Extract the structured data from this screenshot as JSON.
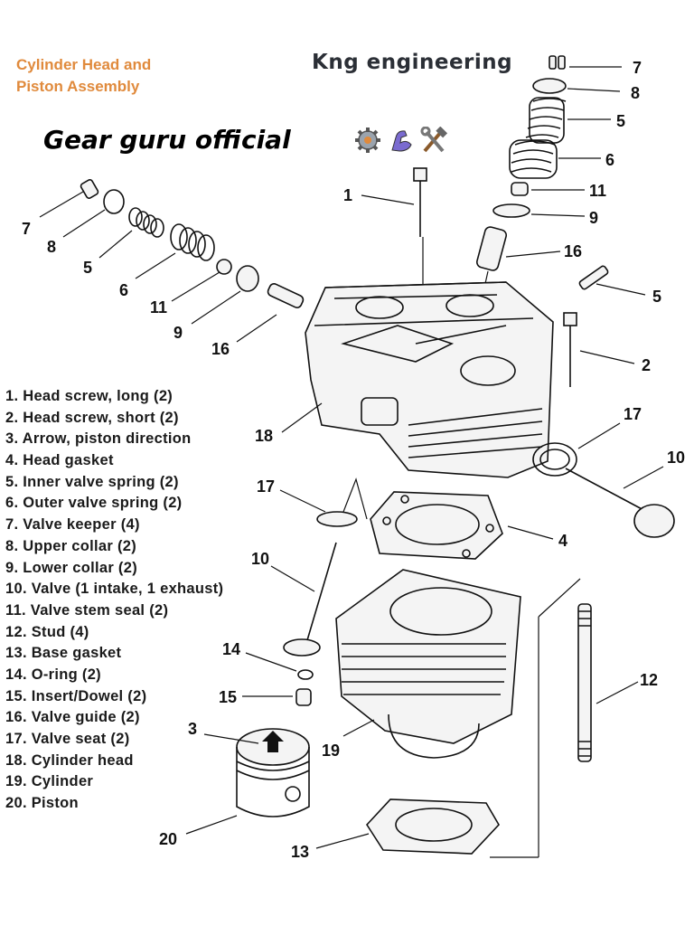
{
  "header": {
    "title_line1": "Cylinder Head and",
    "title_line2": "Piston Assembly",
    "brand": "Kng engineering",
    "watermark": "Gear guru official",
    "watermark_icons": [
      "gear-icon",
      "flexed-arm-icon",
      "hammer-wrench-icon"
    ]
  },
  "legend": [
    "1. Head screw, long (2)",
    "2. Head screw, short (2)",
    "3. Arrow, piston direction",
    "4. Head gasket",
    "5. Inner valve spring (2)",
    "6. Outer valve spring (2)",
    "7. Valve keeper (4)",
    "8. Upper collar (2)",
    "9. Lower collar (2)",
    "10. Valve (1 intake, 1 exhaust)",
    "11. Valve stem seal (2)",
    "12. Stud (4)",
    "13. Base gasket",
    "14. O-ring (2)",
    "15. Insert/Dowel (2)",
    "16. Valve guide (2)",
    "17. Valve seat (2)",
    "18. Cylinder head",
    "19. Cylinder",
    "20. Piston"
  ],
  "callouts": {
    "tr_7": "7",
    "tr_8": "8",
    "tr_5": "5",
    "tr_6": "6",
    "tr_11": "11",
    "tr_9": "9",
    "tl_7": "7",
    "tl_8": "8",
    "tl_5": "5",
    "tl_6": "6",
    "tl_11": "11",
    "tl_9": "9",
    "c_1": "1",
    "c_16a": "16",
    "c_16b": "16",
    "c_5": "5",
    "c_2": "2",
    "c_18": "18",
    "c_17a": "17",
    "c_10a": "10",
    "c_17b": "17",
    "c_4": "4",
    "c_10b": "10",
    "c_12": "12",
    "c_14": "14",
    "c_15": "15",
    "c_3": "3",
    "c_19": "19",
    "c_20": "20",
    "c_13": "13"
  },
  "colors": {
    "title": "#e08a3c",
    "brand": "#2b2f36",
    "ink": "#111111"
  }
}
